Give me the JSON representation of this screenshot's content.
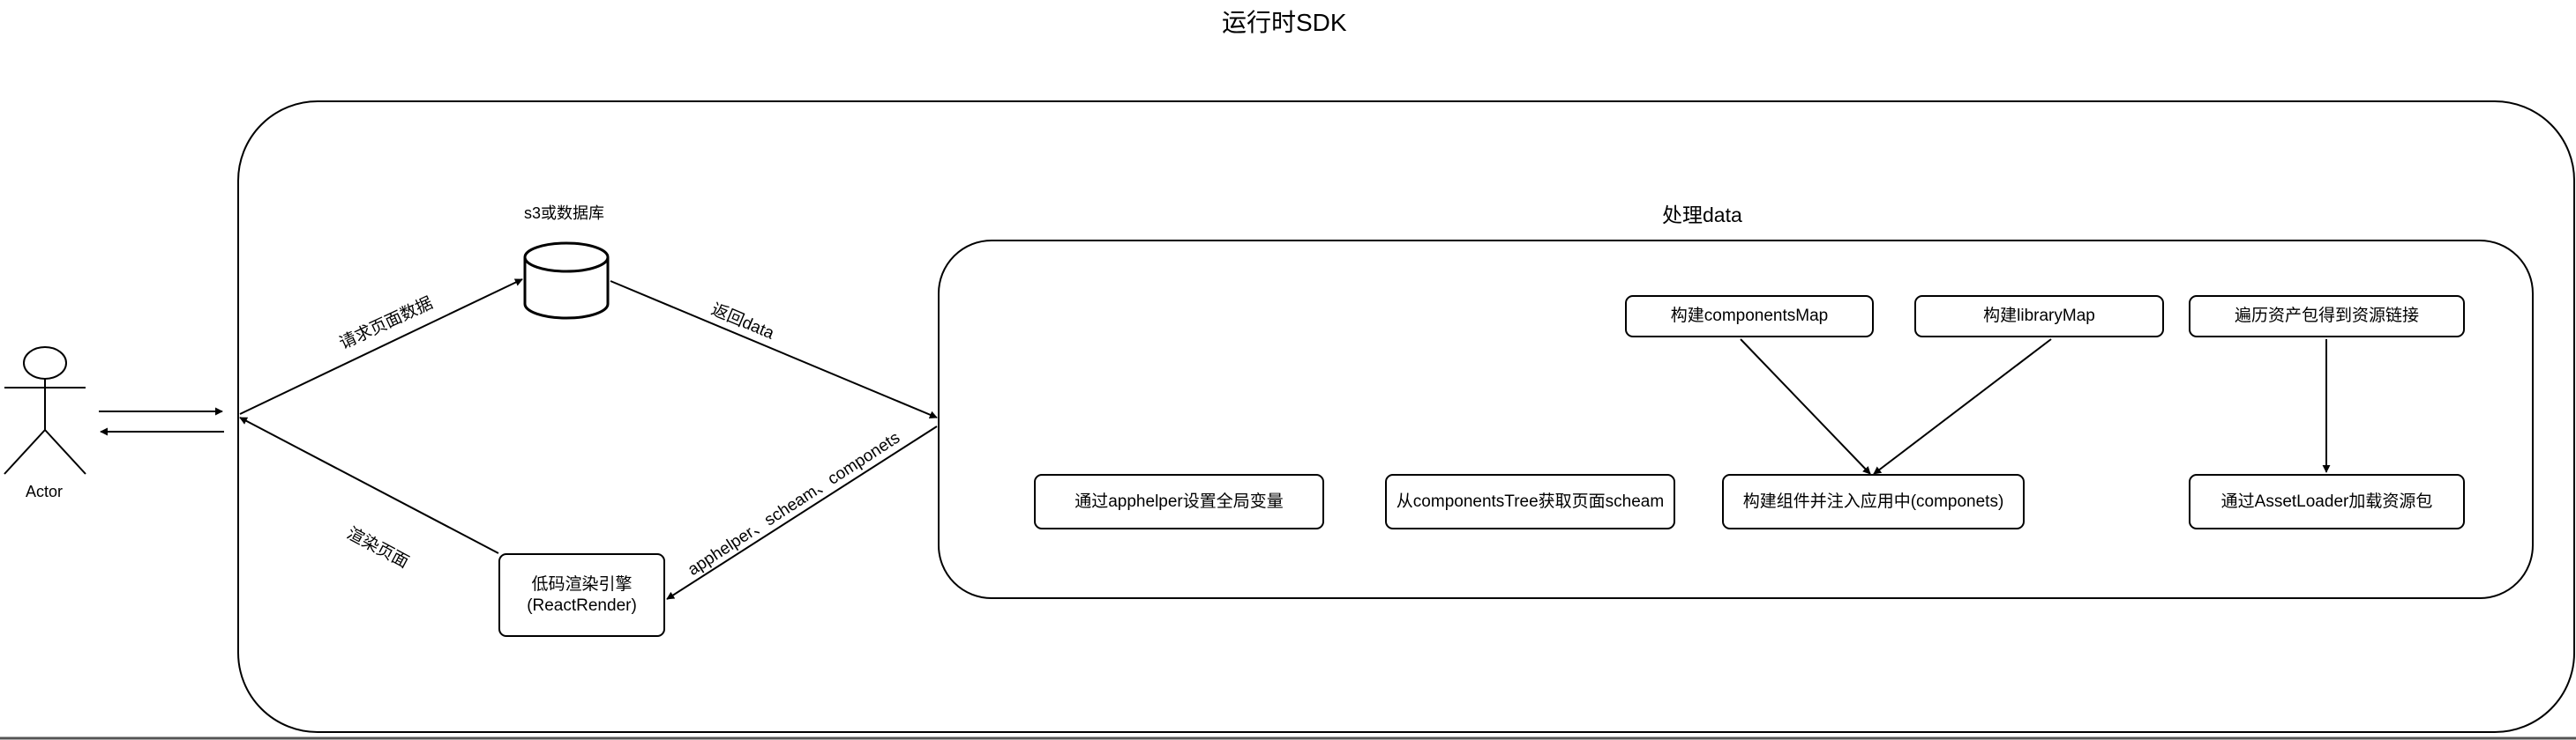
{
  "title": "运行时SDK",
  "actor": {
    "label": "Actor"
  },
  "database": {
    "label": "s3或数据库"
  },
  "process_group": {
    "label": "处理data"
  },
  "render_engine": {
    "label": "低码渲染引擎\n(ReactRender)"
  },
  "edges": {
    "request_page_data": "请求页面数据",
    "return_data": "返回data",
    "params": "apphelper、scheam、componets",
    "render_page": "渲染页面"
  },
  "steps": {
    "build_components_map": "构建componentsMap",
    "build_library_map": "构建libraryMap",
    "traverse_assets": "遍历资产包得到资源链接",
    "set_global_vars": "通过apphelper设置全局变量",
    "get_page_schema": "从componentsTree获取页面scheam",
    "build_inject_components": "构建组件并注入应用中(componets)",
    "load_assets": "通过AssetLoader加载资源包"
  }
}
